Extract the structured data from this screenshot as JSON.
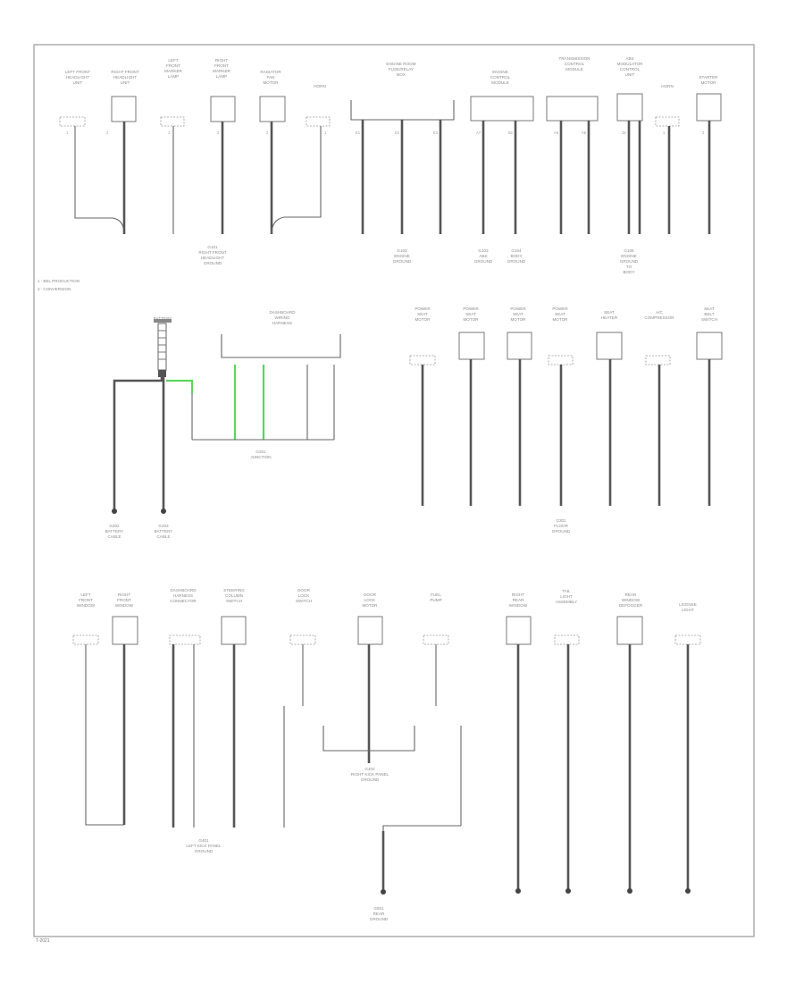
{
  "diagram": {
    "corner_code": "T-2021",
    "legend": [
      "1 : BEL PRODUCTION",
      "2 : CONVERSION"
    ],
    "section1": {
      "components": [
        "LEFT FRONT\nHEADLIGHT\nUNIT",
        "RIGHT FRONT\nHEADLIGHT\nUNIT",
        "LEFT\nFRONT\nMARKER\nLAMP",
        "RIGHT\nFRONT\nMARKER\nLAMP",
        "RADIATOR\nFAN\nMOTOR",
        "HORN",
        "ENGINE ROOM\nFUSE/RELAY\nBOX",
        "ENGINE\nCONTROL\nMODULE",
        "TRANSMISSION\nCONTROL\nMODULE",
        "ABS\nMODULATOR\nCONTROL\nUNIT",
        "HORN",
        "STARTER\nMOTOR"
      ],
      "grounds": [
        "G101\nRIGHT FRONT\nHEADLIGHT\nGROUND",
        "G102\nENGINE\nGROUND",
        "G103\nABS\nGROUND",
        "G104\nBODY\nGROUND",
        "G105\nENGINE\nGROUND\nTO\nBODY"
      ]
    },
    "section2": {
      "left_components": [
        "BATTERY",
        "DASHBOARD\nWIRING\nHARNESS"
      ],
      "junction": "G201\nJUNCTION",
      "battery_grounds": [
        "G202\nBATTERY\nCABLE",
        "G203\nBATTERY\nCABLE"
      ],
      "right_components": [
        "POWER\nSEAT\nMOTOR",
        "POWER\nSEAT\nMOTOR",
        "POWER\nSEAT\nMOTOR",
        "POWER\nSEAT\nMOTOR",
        "SEAT\nHEATER",
        "A/C\nCOMPRESSOR",
        "SEAT\nBELT\nSWITCH"
      ],
      "right_ground": "G301\nFLOOR\nGROUND"
    },
    "section3": {
      "components": [
        "LEFT\nFRONT\nWINDOW",
        "RIGHT\nFRONT\nWINDOW",
        "DASHBOARD\nHARNESS\nCONNECTOR",
        "STEERING\nCOLUMN\nSWITCH",
        "DOOR\nLOCK\nSWITCH",
        "DOOR\nLOCK\nMOTOR",
        "FUEL\nPUMP",
        "RIGHT\nREAR\nWINDOW",
        "TAIL\nLIGHT\nASSEMBLY",
        "REAR\nWINDOW\nDEFOGGER",
        "LICENSE\nLIGHT"
      ],
      "grounds": [
        "G401\nLEFT KICK PANEL\nGROUND",
        "G402\nRIGHT KICK PANEL\nGROUND",
        "G501\nREAR\nGROUND"
      ]
    }
  }
}
